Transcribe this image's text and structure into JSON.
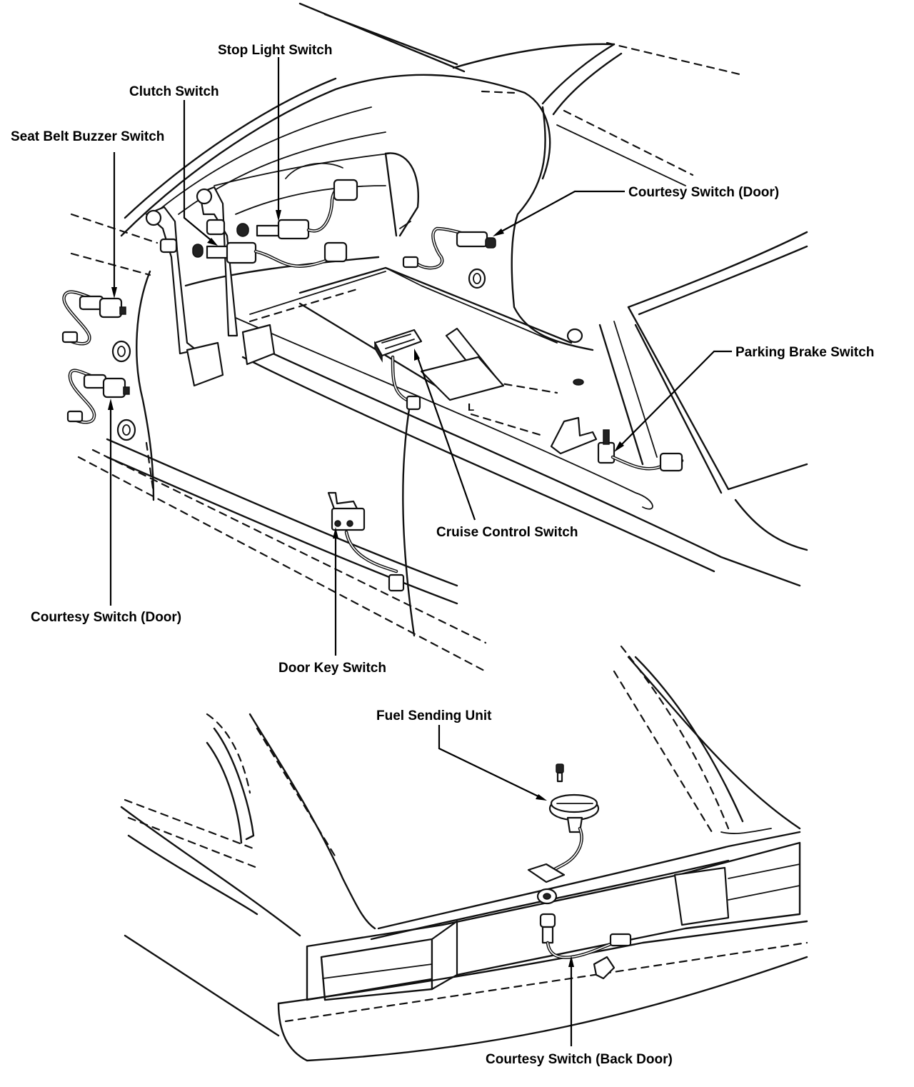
{
  "labels": {
    "stop_light_switch": "Stop Light Switch",
    "clutch_switch": "Clutch Switch",
    "seat_belt_buzzer_switch": "Seat Belt Buzzer Switch",
    "courtesy_switch_door_right": "Courtesy Switch (Door)",
    "parking_brake_switch": "Parking Brake Switch",
    "cruise_control_switch": "Cruise Control Switch",
    "courtesy_switch_door_left": "Courtesy Switch (Door)",
    "door_key_switch": "Door Key Switch",
    "fuel_sending_unit": "Fuel Sending Unit",
    "courtesy_switch_back_door": "Courtesy Switch (Back Door)",
    "shift_position": "L"
  }
}
